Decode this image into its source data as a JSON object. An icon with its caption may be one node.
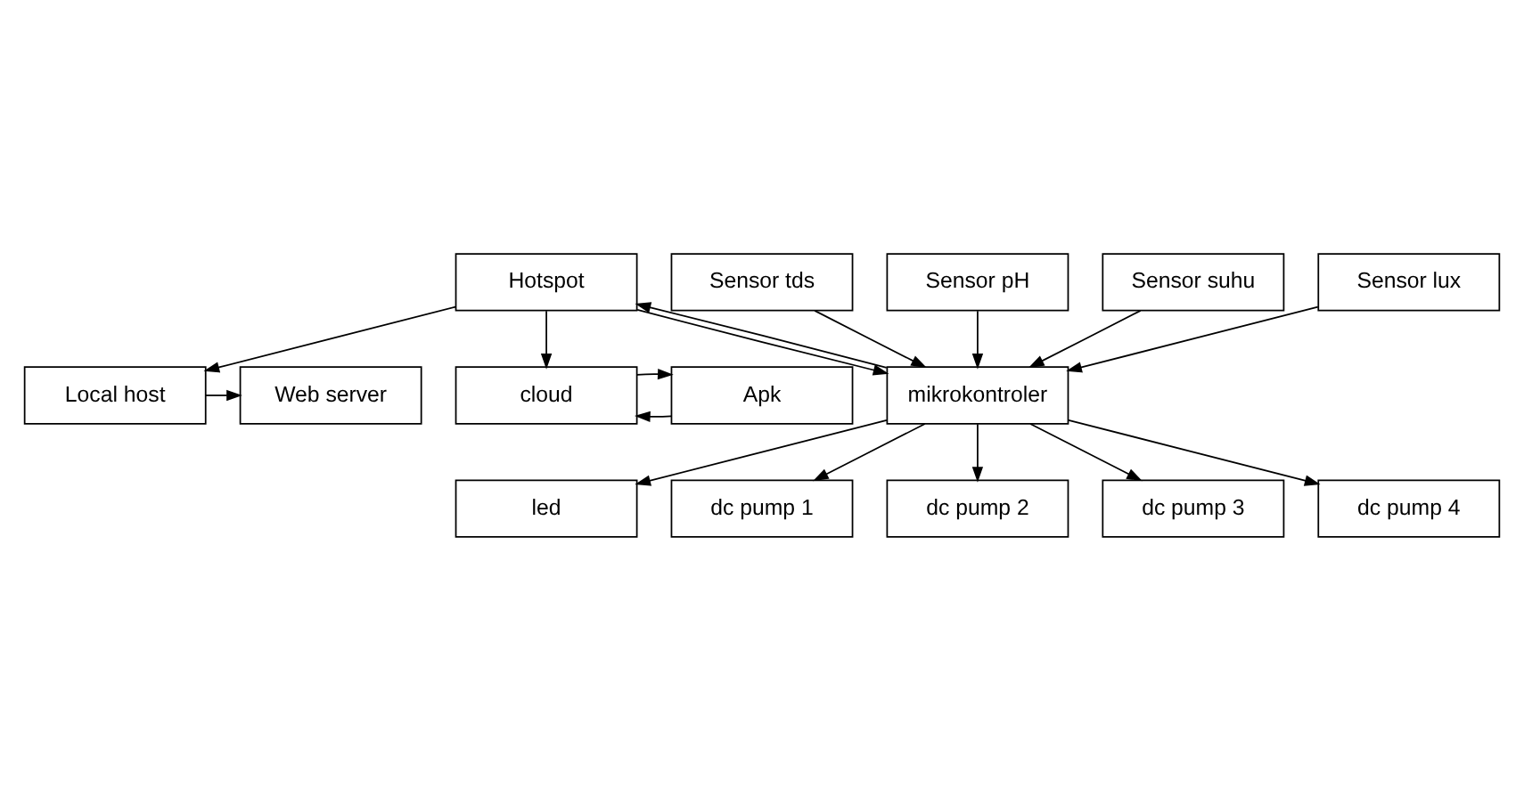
{
  "diagram": {
    "nodes": [
      {
        "text": [
          "Web server"
        ]
      },
      {
        "text": [
          "Local host"
        ]
      },
      {
        "text": [
          "cloud"
        ]
      },
      {
        "text": [
          "Apk"
        ]
      },
      {
        "text": [
          "Hotspot"
        ]
      },
      {
        "text": [
          "Sensor tds"
        ]
      },
      {
        "text": [
          "Sensor pH"
        ]
      },
      {
        "text": [
          "Sensor suhu"
        ]
      },
      {
        "text": [
          "Sensor lux"
        ]
      },
      {
        "text": [
          "mikrokontroler"
        ]
      },
      {
        "text": [
          "led"
        ]
      },
      {
        "text": [
          "dc pump 1"
        ]
      },
      {
        "text": [
          "dc pump 2"
        ]
      },
      {
        "text": [
          "dc pump 3"
        ]
      },
      {
        "text": [
          "dc pump 4"
        ]
      }
    ],
    "edges": [
      {
        "from": 1,
        "to": 0,
        "arrow": "to"
      },
      {
        "from": 4,
        "to": 1,
        "arrow": "to"
      },
      {
        "from": 4,
        "to": 2,
        "arrow": "to"
      },
      {
        "from": 3,
        "to": 2,
        "arrow": "to"
      },
      {
        "from": 2,
        "to": 3,
        "arrow": "to"
      },
      {
        "from": 5,
        "to": 9,
        "arrow": "to"
      },
      {
        "from": 6,
        "to": 9,
        "arrow": "to"
      },
      {
        "from": 7,
        "to": 9,
        "arrow": "to"
      },
      {
        "from": 8,
        "to": 9,
        "arrow": "to"
      },
      {
        "from": 4,
        "to": 9,
        "arrow": "to"
      },
      {
        "from": 9,
        "to": 4,
        "arrow": "to"
      },
      {
        "from": 9,
        "to": 10,
        "arrow": "to"
      },
      {
        "from": 9,
        "to": 11,
        "arrow": "to"
      },
      {
        "from": 9,
        "to": 12,
        "arrow": "to"
      },
      {
        "from": 9,
        "to": 13,
        "arrow": "to"
      },
      {
        "from": 9,
        "to": 14,
        "arrow": "to"
      }
    ]
  }
}
